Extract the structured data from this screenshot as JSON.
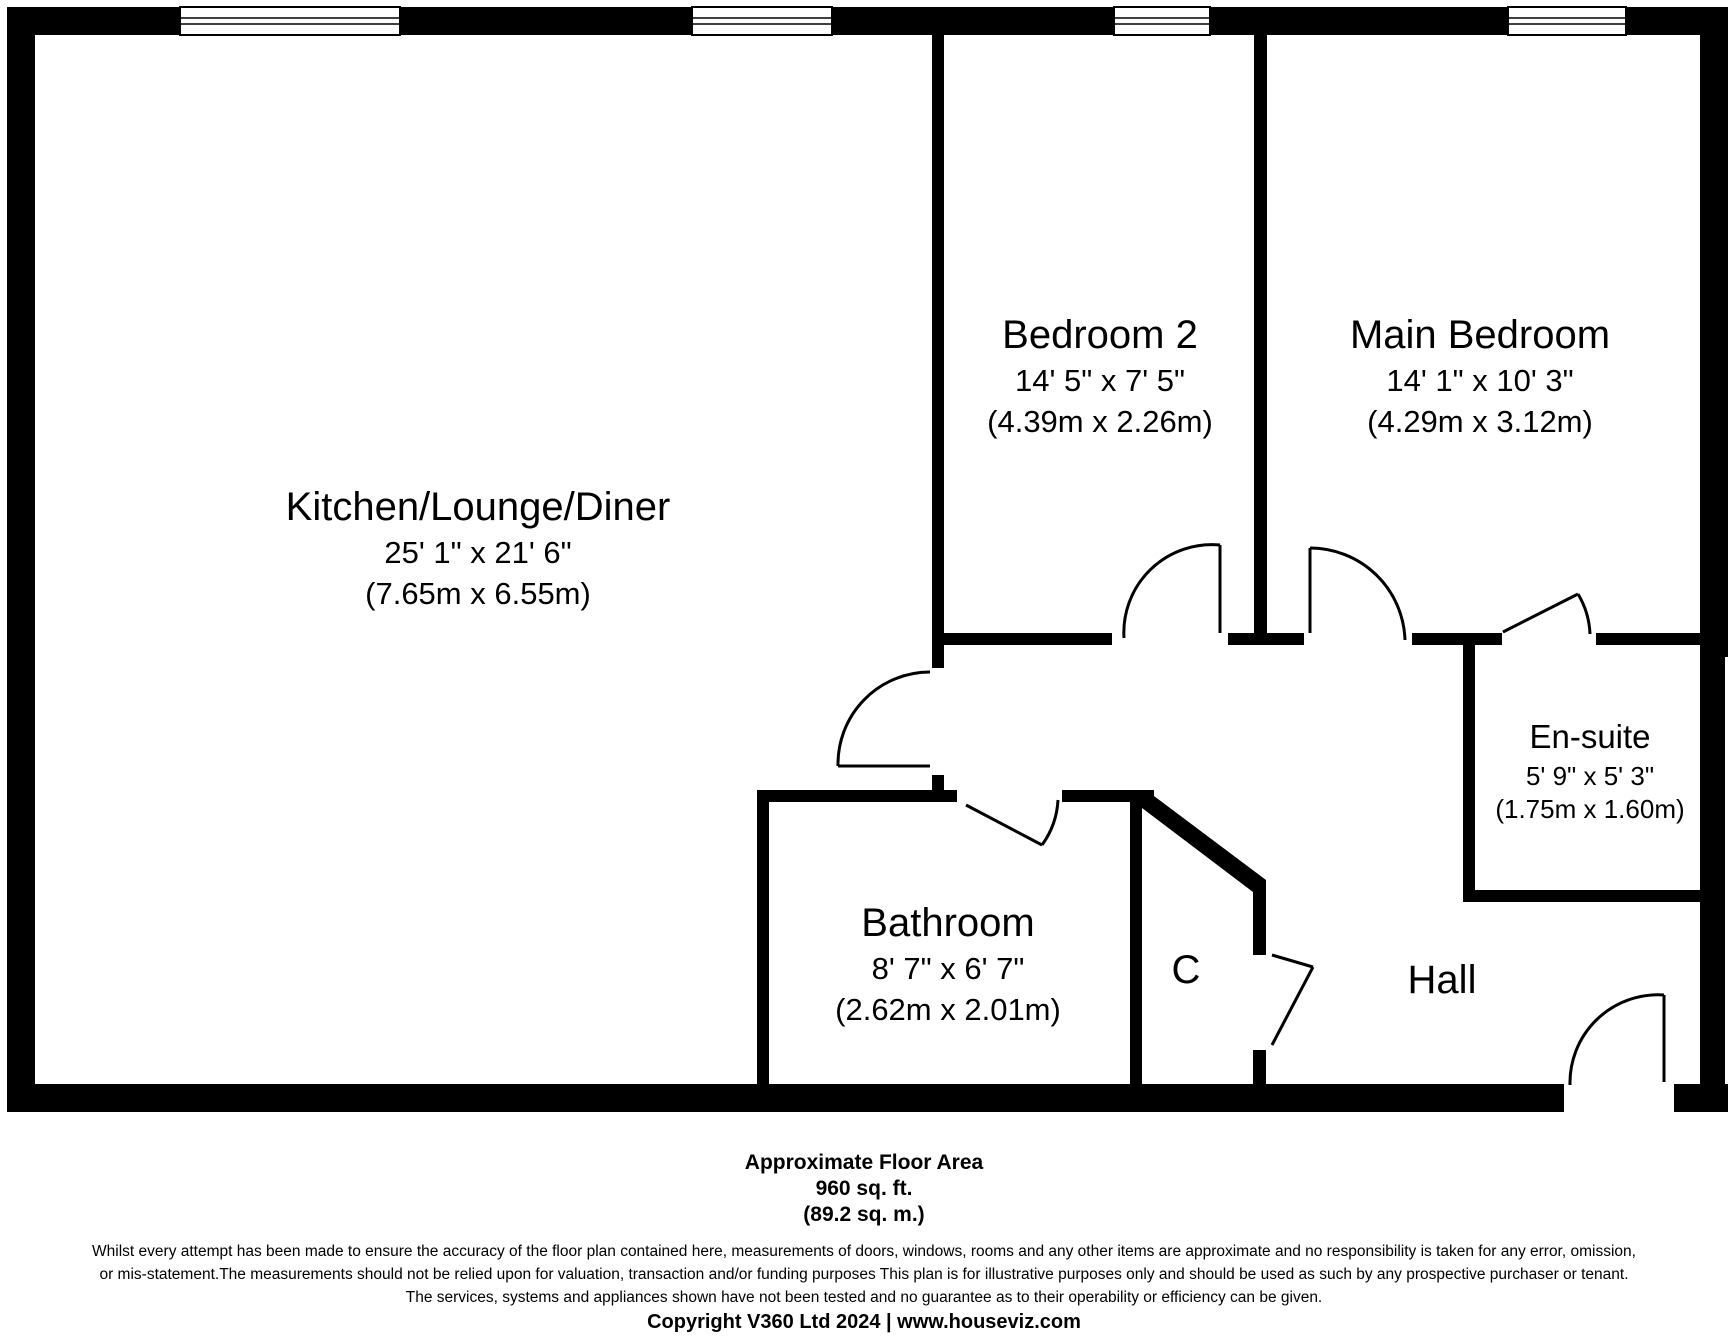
{
  "rooms": {
    "kitchen": {
      "name": "Kitchen/Lounge/Diner",
      "imperial": "25' 1\" x 21' 6\"",
      "metric": "(7.65m x 6.55m)"
    },
    "bedroom2": {
      "name": "Bedroom 2",
      "imperial": "14' 5\" x 7' 5\"",
      "metric": "(4.39m x 2.26m)"
    },
    "main_bedroom": {
      "name": "Main Bedroom",
      "imperial": "14' 1\" x 10' 3\"",
      "metric": "(4.29m x 3.12m)"
    },
    "ensuite": {
      "name": "En-suite",
      "imperial": "5' 9\" x 5' 3\"",
      "metric": "(1.75m x 1.60m)"
    },
    "bathroom": {
      "name": "Bathroom",
      "imperial": "8' 7\" x 6' 7\"",
      "metric": "(2.62m x 2.01m)"
    },
    "cupboard": {
      "name": "C"
    },
    "hall": {
      "name": "Hall"
    }
  },
  "footer": {
    "area_title": "Approximate Floor Area",
    "area_sqft": "960 sq. ft.",
    "area_sqm": "(89.2 sq. m.)",
    "disclaimer_1": "Whilst every attempt has been made to ensure the accuracy of the floor plan contained here, measurements of doors, windows, rooms and any other items are approximate and no responsibility is taken for any error, omission,",
    "disclaimer_2": "or mis-statement.The measurements should not be relied upon for valuation, transaction and/or funding purposes This plan is for illustrative purposes only and should be used as such by any prospective purchaser or tenant.",
    "disclaimer_3": "The services, systems and appliances shown have not been tested and no guarantee as to their operability or efficiency can be given.",
    "copyright": "Copyright V360 Ltd 2024 | www.houseviz.com"
  }
}
